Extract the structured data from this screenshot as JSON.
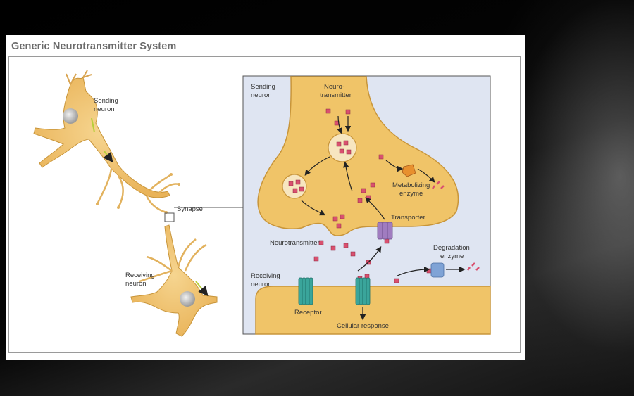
{
  "title": "Generic Neurotransmitter System",
  "overview": {
    "sending_neuron": [
      "Sending",
      "neuron"
    ],
    "receiving_neuron": [
      "Receiving",
      "neuron"
    ],
    "synapse": "Synapse"
  },
  "inset": {
    "sending_neuron": [
      "Sending",
      "neuron"
    ],
    "receiving_neuron": [
      "Receiving",
      "neuron"
    ],
    "neurotransmitter_top": [
      "Neuro-",
      "transmitter"
    ],
    "metabolizing_enzyme": [
      "Metabolizing",
      "enzyme"
    ],
    "transporter": "Transporter",
    "neurotransmitter": "Neurotransmitter",
    "degradation_enzyme": [
      "Degradation",
      "enzyme"
    ],
    "receptor": "Receptor",
    "cellular_response": "Cellular response"
  },
  "colors": {
    "neuron_fill": "#f0c468",
    "neuron_stroke": "#c8953a",
    "inset_bg": "#dfe5f2",
    "molecule": "#d9506f",
    "receptor": "#3aa59b",
    "transporter": "#a07cc0",
    "metabolizing_enzyme": "#e8902e",
    "degradation_enzyme": "#7fa3d6",
    "axon_arrow": "#b7cf3a"
  }
}
